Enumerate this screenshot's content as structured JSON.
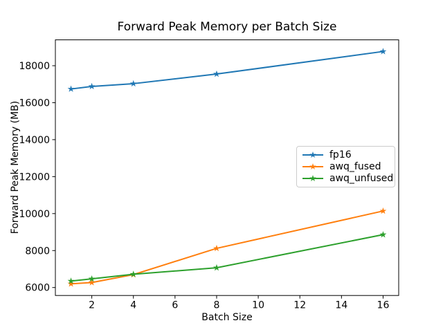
{
  "chart_data": {
    "type": "line",
    "title": "Forward Peak Memory per Batch Size",
    "xlabel": "Batch Size",
    "ylabel": "Forward Peak Memory (MB)",
    "x": [
      1,
      2,
      4,
      8,
      16
    ],
    "series": [
      {
        "name": "fp16",
        "color": "#1f77b4",
        "marker": "star",
        "values": [
          16740,
          16880,
          17030,
          17550,
          18770
        ]
      },
      {
        "name": "awq_fused",
        "color": "#ff7f0e",
        "marker": "star",
        "values": [
          6200,
          6270,
          6700,
          8120,
          10140
        ]
      },
      {
        "name": "awq_unfused",
        "color": "#2ca02c",
        "marker": "star",
        "values": [
          6350,
          6470,
          6720,
          7070,
          8860
        ]
      }
    ],
    "xticks": [
      2,
      4,
      6,
      8,
      10,
      12,
      14,
      16
    ],
    "yticks": [
      6000,
      8000,
      10000,
      12000,
      14000,
      16000,
      18000
    ],
    "xlim": [
      0.25,
      16.75
    ],
    "ylim": [
      5570,
      19400
    ],
    "grid": false,
    "background": "#ffffff",
    "spine_color": "#000000",
    "legend": {
      "position": "center right",
      "frame": true,
      "frame_color": "#cccccc"
    }
  }
}
